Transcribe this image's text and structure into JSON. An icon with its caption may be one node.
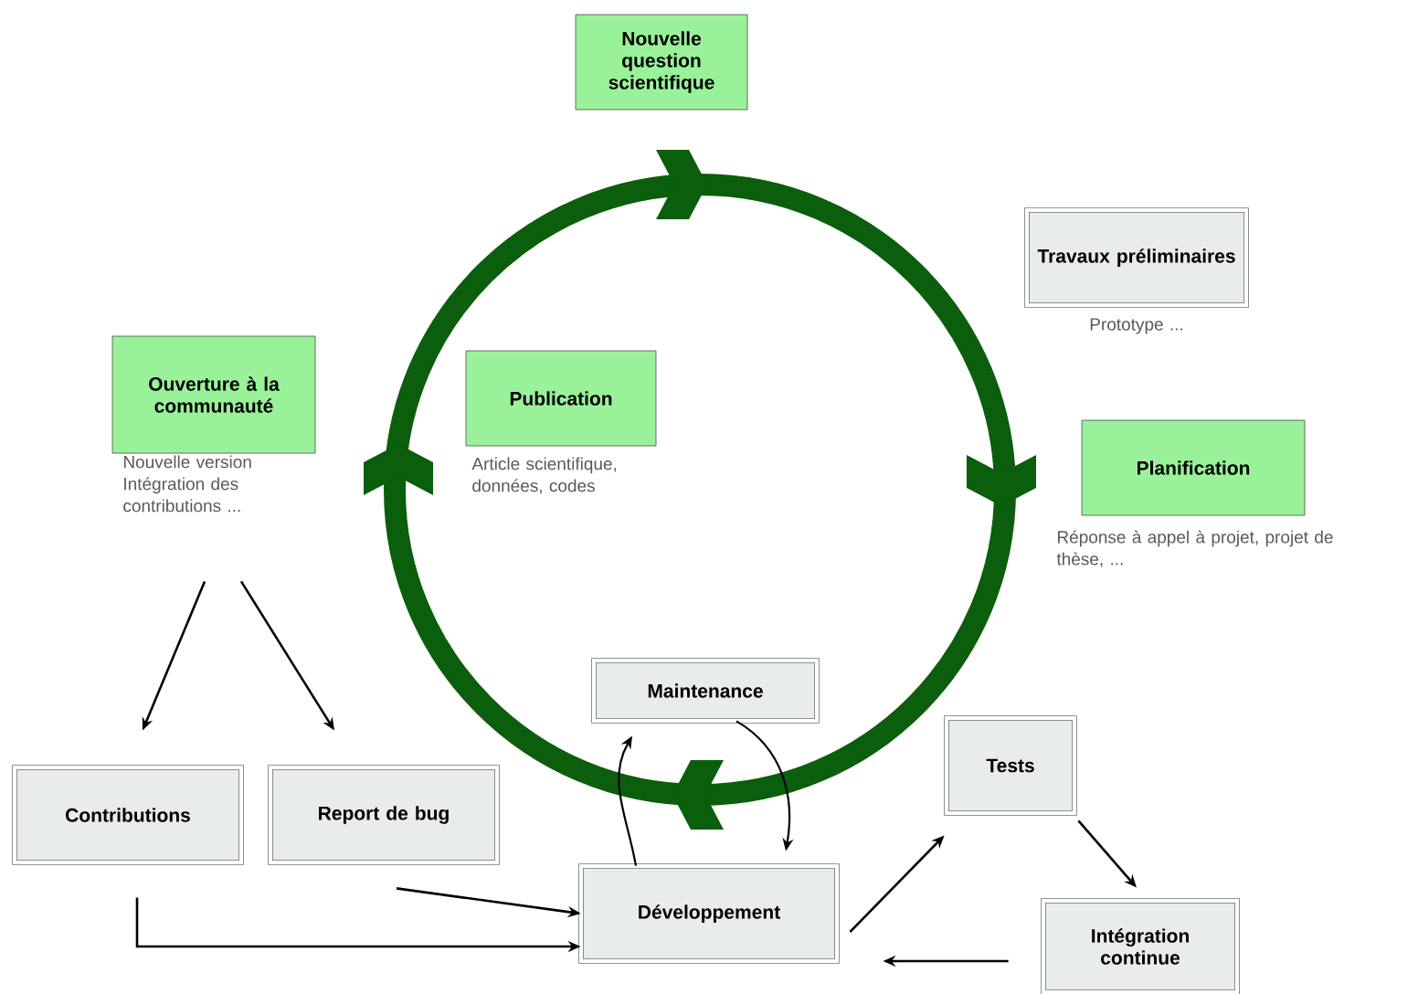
{
  "diagram": {
    "nodes": [
      {
        "text": [
          "Nouvelle question scientifique"
        ]
      },
      {
        "text": [
          "Travaux préliminaires"
        ],
        "beside": [
          "Prototype ..."
        ]
      },
      {
        "text": [
          "Publication"
        ],
        "beside": [
          "Article scientifique, données, codes"
        ]
      },
      {
        "text": [
          "Ouverture à la communauté"
        ],
        "beside": [
          "Nouvelle version Intégration des contributions ..."
        ]
      },
      {
        "text": [
          "Planification"
        ],
        "beside": [
          "Réponse à appel à projet, projet de thèse, ..."
        ]
      },
      {
        "text": [
          "Maintenance"
        ]
      },
      {
        "text": [
          "Contributions"
        ]
      },
      {
        "text": [
          "Report de bug"
        ]
      },
      {
        "text": [
          "Tests"
        ]
      },
      {
        "text": [
          "Développement"
        ]
      },
      {
        "text": [
          "Intégration continue"
        ]
      }
    ],
    "edges": [
      {
        "from": 3,
        "to": 6,
        "arrow": "to"
      },
      {
        "from": 3,
        "to": 7,
        "arrow": "to"
      },
      {
        "from": 7,
        "to": 9,
        "arrow": "to"
      },
      {
        "from": 6,
        "to": 9,
        "arrow": "to"
      },
      {
        "from": 9,
        "to": 8,
        "arrow": "to"
      },
      {
        "from": 8,
        "to": 10,
        "arrow": "to"
      },
      {
        "from": 10,
        "to": 9,
        "arrow": "to"
      },
      {
        "from": 9,
        "to": 5,
        "arrow": "to"
      },
      {
        "from": 5,
        "to": 9,
        "arrow": "to"
      }
    ]
  }
}
